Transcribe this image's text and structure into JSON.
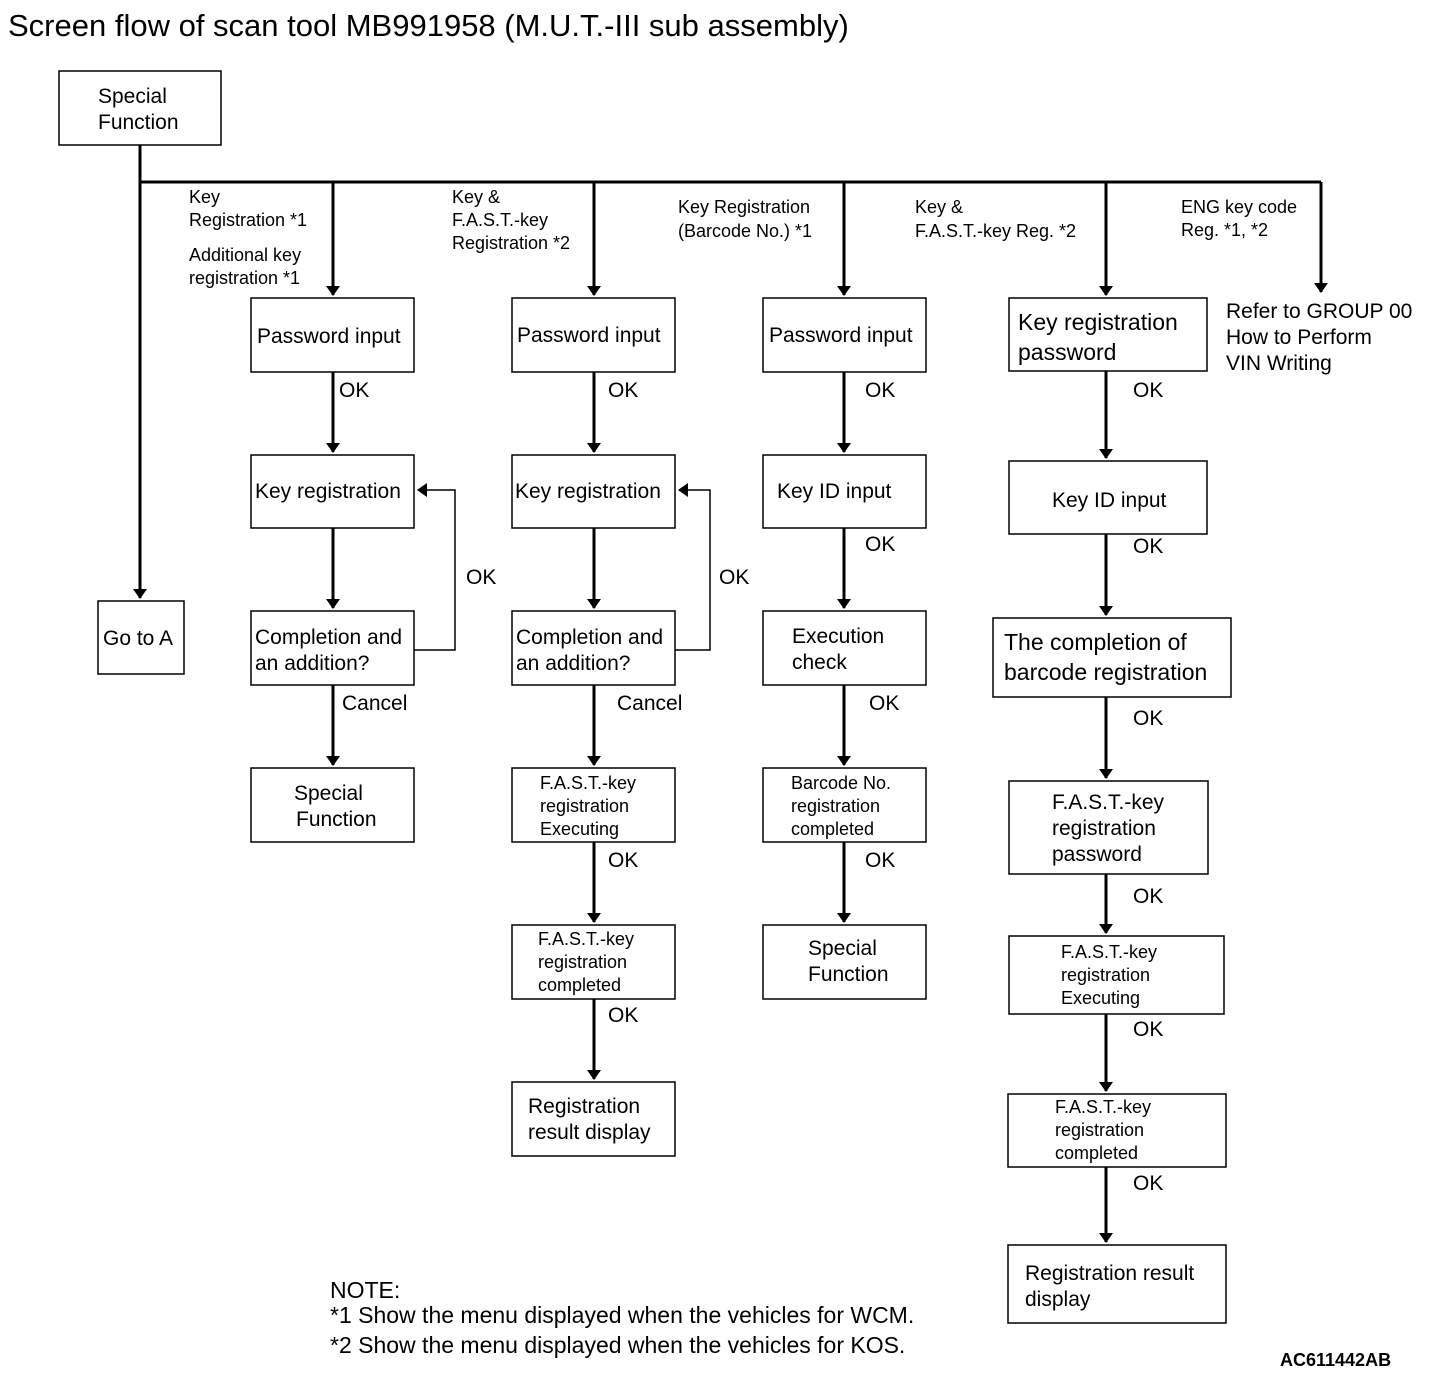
{
  "title": "Screen flow of scan tool MB991958 (M.U.T.-III sub assembly)",
  "figure_code": "AC611442AB",
  "root": {
    "label": [
      "Special",
      "Function"
    ]
  },
  "go_to": {
    "label": [
      "Go to A"
    ]
  },
  "branch_labels": {
    "c1": [
      "Key",
      "Registration *1",
      "Additional key",
      "registration *1"
    ],
    "c2": [
      "Key &",
      "F.A.S.T.-key",
      "Registration *2"
    ],
    "c3": [
      "Key Registration",
      "(Barcode No.) *1"
    ],
    "c4": [
      "Key &",
      "F.A.S.T.-key Reg. *2"
    ],
    "c5": [
      "ENG key code",
      "Reg. *1, *2"
    ]
  },
  "refer_text": [
    "Refer to GROUP 00",
    "How to Perform",
    "VIN Writing"
  ],
  "column1": {
    "boxes": [
      [
        "Password input"
      ],
      [
        "Key registration"
      ],
      [
        "Completion and",
        "an addition?"
      ],
      [
        "Special",
        "Function"
      ]
    ],
    "edges": [
      "OK",
      "OK",
      "Cancel"
    ]
  },
  "column2": {
    "boxes": [
      [
        "Password input"
      ],
      [
        "Key registration"
      ],
      [
        "Completion and",
        "an addition?"
      ],
      [
        "F.A.S.T.-key",
        "registration",
        "Executing"
      ],
      [
        "F.A.S.T.-key",
        "registration",
        "completed"
      ],
      [
        "Registration",
        "result display"
      ]
    ],
    "edges": [
      "OK",
      "OK",
      "Cancel",
      "OK",
      "OK"
    ]
  },
  "column3": {
    "boxes": [
      [
        "Password input"
      ],
      [
        "Key ID input"
      ],
      [
        "Execution",
        "check"
      ],
      [
        "Barcode No.",
        "registration",
        "completed"
      ],
      [
        "Special",
        "Function"
      ]
    ],
    "edges": [
      "OK",
      "OK",
      "OK",
      "OK"
    ]
  },
  "column4": {
    "boxes": [
      [
        "Key registration",
        "password"
      ],
      [
        "Key ID input"
      ],
      [
        "The completion of",
        "barcode registration"
      ],
      [
        "F.A.S.T.-key",
        "registration",
        "password"
      ],
      [
        "F.A.S.T.-key",
        "registration",
        "Executing"
      ],
      [
        "F.A.S.T.-key",
        "registration",
        "completed"
      ],
      [
        "Registration result",
        "display"
      ]
    ],
    "edges": [
      "OK",
      "OK",
      "OK",
      "OK",
      "OK",
      "OK"
    ]
  },
  "note": [
    "NOTE:",
    "*1 Show the menu displayed when the vehicles for WCM.",
    "*2 Show the menu displayed when the vehicles for KOS."
  ]
}
